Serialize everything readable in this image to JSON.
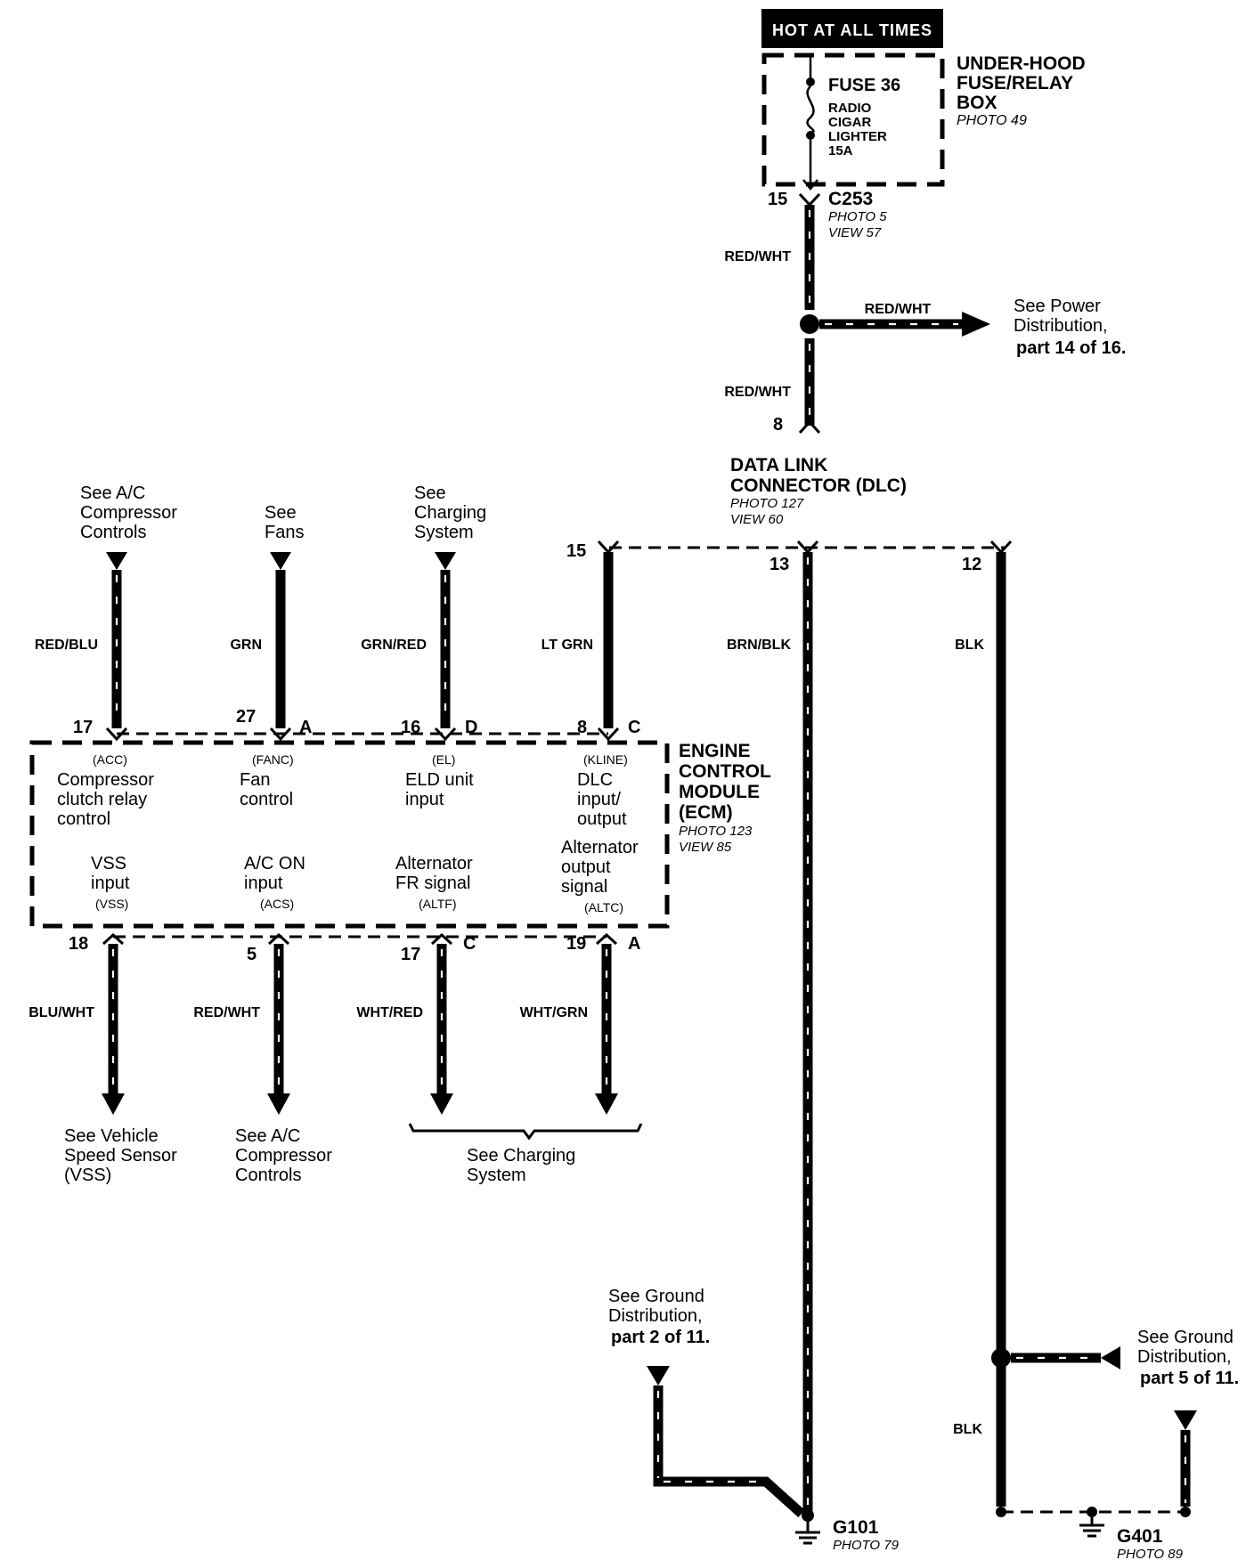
{
  "hot_label": "HOT AT ALL TIMES",
  "fuse_box": {
    "name_lines": [
      "UNDER-HOOD",
      "FUSE/RELAY",
      "BOX"
    ],
    "photo": "PHOTO 49",
    "fuse_title": "FUSE 36",
    "fuse_desc": [
      "RADIO",
      "CIGAR",
      "LIGHTER",
      "15A"
    ]
  },
  "c253": {
    "name": "C253",
    "pin": "15",
    "photo": "PHOTO 5",
    "view": "VIEW 57"
  },
  "power": {
    "wire_upper": "RED/WHT",
    "wire_branch": "RED/WHT",
    "wire_lower": "RED/WHT",
    "dest_lines": [
      "See Power",
      "Distribution,"
    ],
    "dest_part": "part 14 of 16."
  },
  "dlc": {
    "name_lines": [
      "DATA LINK",
      "CONNECTOR (DLC)"
    ],
    "photo": "PHOTO 127",
    "view": "VIEW 60",
    "pin_top": "8",
    "pin_15": "15",
    "pin_13": "13",
    "pin_12": "12",
    "wire_15": "LT GRN",
    "wire_13": "BRN/BLK",
    "wire_12": "BLK"
  },
  "ecm": {
    "name_lines": [
      "ENGINE",
      "CONTROL",
      "MODULE",
      "(ECM)"
    ],
    "photo": "PHOTO 123",
    "view": "VIEW 85",
    "top": [
      {
        "dest": [
          "See A/C",
          "Compressor",
          "Controls"
        ],
        "wire": "RED/BLU",
        "pin": "17",
        "conn": "",
        "code": "(ACC)",
        "func": [
          "Compressor",
          "clutch relay",
          "control"
        ]
      },
      {
        "dest": [
          "See",
          "Fans"
        ],
        "wire": "GRN",
        "pin": "27",
        "conn": "A",
        "code": "(FANC)",
        "func": [
          "Fan",
          "control"
        ]
      },
      {
        "dest": [
          "See",
          "Charging",
          "System"
        ],
        "wire": "GRN/RED",
        "pin": "16",
        "conn": "D",
        "code": "(EL)",
        "func": [
          "ELD unit",
          "input"
        ]
      },
      {
        "dest": [],
        "wire": "",
        "pin": "8",
        "conn": "C",
        "code": "(KLINE)",
        "func": [
          "DLC",
          "input/",
          "output"
        ]
      }
    ],
    "bottom": [
      {
        "func": [
          "VSS",
          "input"
        ],
        "code": "(VSS)",
        "pin": "18",
        "conn": "",
        "wire": "BLU/WHT",
        "dest": [
          "See Vehicle",
          "Speed Sensor",
          "(VSS)"
        ]
      },
      {
        "func": [
          "A/C ON",
          "input"
        ],
        "code": "(ACS)",
        "pin": "5",
        "conn": "",
        "wire": "RED/WHT",
        "dest": [
          "See A/C",
          "Compressor",
          "Controls"
        ]
      },
      {
        "func": [
          "Alternator",
          "FR signal"
        ],
        "code": "(ALTF)",
        "pin": "17",
        "conn": "C",
        "wire": "WHT/RED",
        "dest": []
      },
      {
        "func": [
          "Alternator",
          "output",
          "signal"
        ],
        "code": "(ALTC)",
        "pin": "19",
        "conn": "A",
        "wire": "WHT/GRN",
        "dest": []
      }
    ],
    "charging_dest": [
      "See Charging",
      "System"
    ]
  },
  "ground_left": {
    "dest_lines": [
      "See Ground",
      "Distribution,"
    ],
    "dest_part": "part 2 of 11.",
    "name": "G101",
    "photo": "PHOTO 79"
  },
  "ground_right": {
    "dest_lines": [
      "See Ground",
      "Distribution,"
    ],
    "dest_part": "part 5 of 11.",
    "wire": "BLK",
    "name": "G401",
    "photo": "PHOTO 89"
  }
}
